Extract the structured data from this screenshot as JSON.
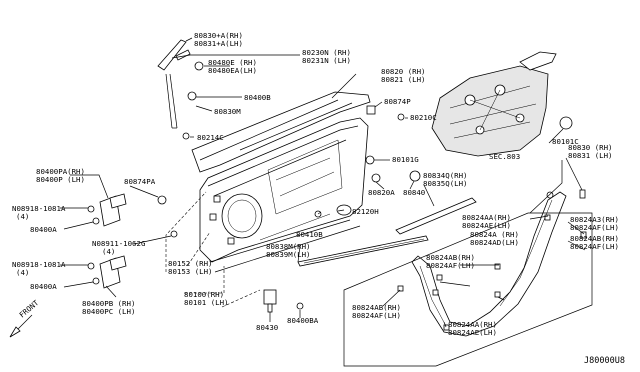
{
  "diagram": {
    "reference_code": "J80000U8",
    "front_label": "FRONT",
    "labels": {
      "l80830A": "80830+A(RH)",
      "l80831A": "80831+A(LH)",
      "l80230N": "80230N (RH)",
      "l80231N": "80231N (LH)",
      "l80480E": "80480E (RH)",
      "l80480EA": "80480EA(LH)",
      "l80400B": "80400B",
      "l80830M": "80830M",
      "l80214C": "80214C",
      "l80820": "80820 (RH)",
      "l80821": "80821 (LH)",
      "l80874P": "80874P",
      "l80210C": "80210C",
      "lSEC803": "SEC.803",
      "l80101C": "80101C",
      "l80101G": "80101G",
      "l80820A": "80820A",
      "l80840": "80840",
      "l80400PA": "80400PA(RH)",
      "l80400P": "80400P (LH)",
      "l80874PA": "80874PA",
      "l08918a": "N08918-1081A",
      "l08918a4": "(4)",
      "l80400Aa": "80400A",
      "l08911": "N08911-1062G",
      "l08911_4": "(4)",
      "l08918b": "N08918-1081A",
      "l08918b4": "(4)",
      "l80400Ab": "80400A",
      "l80400PB": "80400PB (RH)",
      "l80400PC": "80400PC (LH)",
      "l80152": "80152 (RH)",
      "l80153": "80153 (LH)",
      "l80100": "80100(RH)",
      "l80101": "80101 (LH)",
      "l80410B": "80410B",
      "l82120H": "82120H",
      "l80838M": "80838M(RH)",
      "l80839M": "80839M(LH)",
      "l80834Q": "80834Q(RH)",
      "l80835Q": "80835Q(LH)",
      "l80430": "80430",
      "l80400BA": "80400BA",
      "l80830": "80830 (RH)",
      "l80831": "80831 (LH)",
      "l80824AA1": "80824AA(RH)",
      "l80824AE1": "80824AE(LH)",
      "l80824A": "80824A (RH)",
      "l80824AD": "80824AD(LH)",
      "l80824AB1": "80824AB(RH)",
      "l80824AF1": "80824AF(LH)",
      "l80824A3": "80824A3(RH)",
      "l80824AF3": "80824AF(LH)",
      "l80824AB2": "80824AB(RH)",
      "l80824AF2": "80824AF(LH)",
      "l80824AB3": "80824AB(RH)",
      "l80824AF4": "80824AF(LH)",
      "l80824AA2": "80824AA(RH)",
      "l80824AE2": "80824AE(LH)"
    }
  }
}
